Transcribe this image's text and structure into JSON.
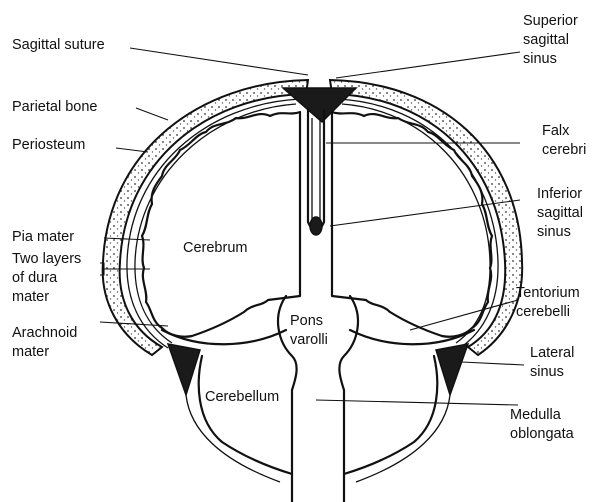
{
  "labels": {
    "sagittal_suture": "Sagittal suture",
    "parietal_bone": "Parietal bone",
    "periosteum": "Periosteum",
    "pia_mater": "Pia mater",
    "dura_mater": "Two layers\nof dura\nmater",
    "arachnoid_mater": "Arachnoid\nmater",
    "superior_sagittal_sinus": "Superior\nsagittal\nsinus",
    "falx_cerebri": "Falx\ncerebri",
    "inferior_sagittal_sinus": "Inferior\nsagittal\nsinus",
    "tentorium_cerebelli": "Tentorium\ncerebelli",
    "lateral_sinus": "Lateral\nsinus",
    "medulla_oblongata": "Medulla\noblongata",
    "cerebrum": "Cerebrum",
    "pons_varolli": "Pons\nvarolli",
    "cerebellum": "Cerebellum"
  },
  "colors": {
    "ink": "#111111",
    "background": "#ffffff"
  }
}
